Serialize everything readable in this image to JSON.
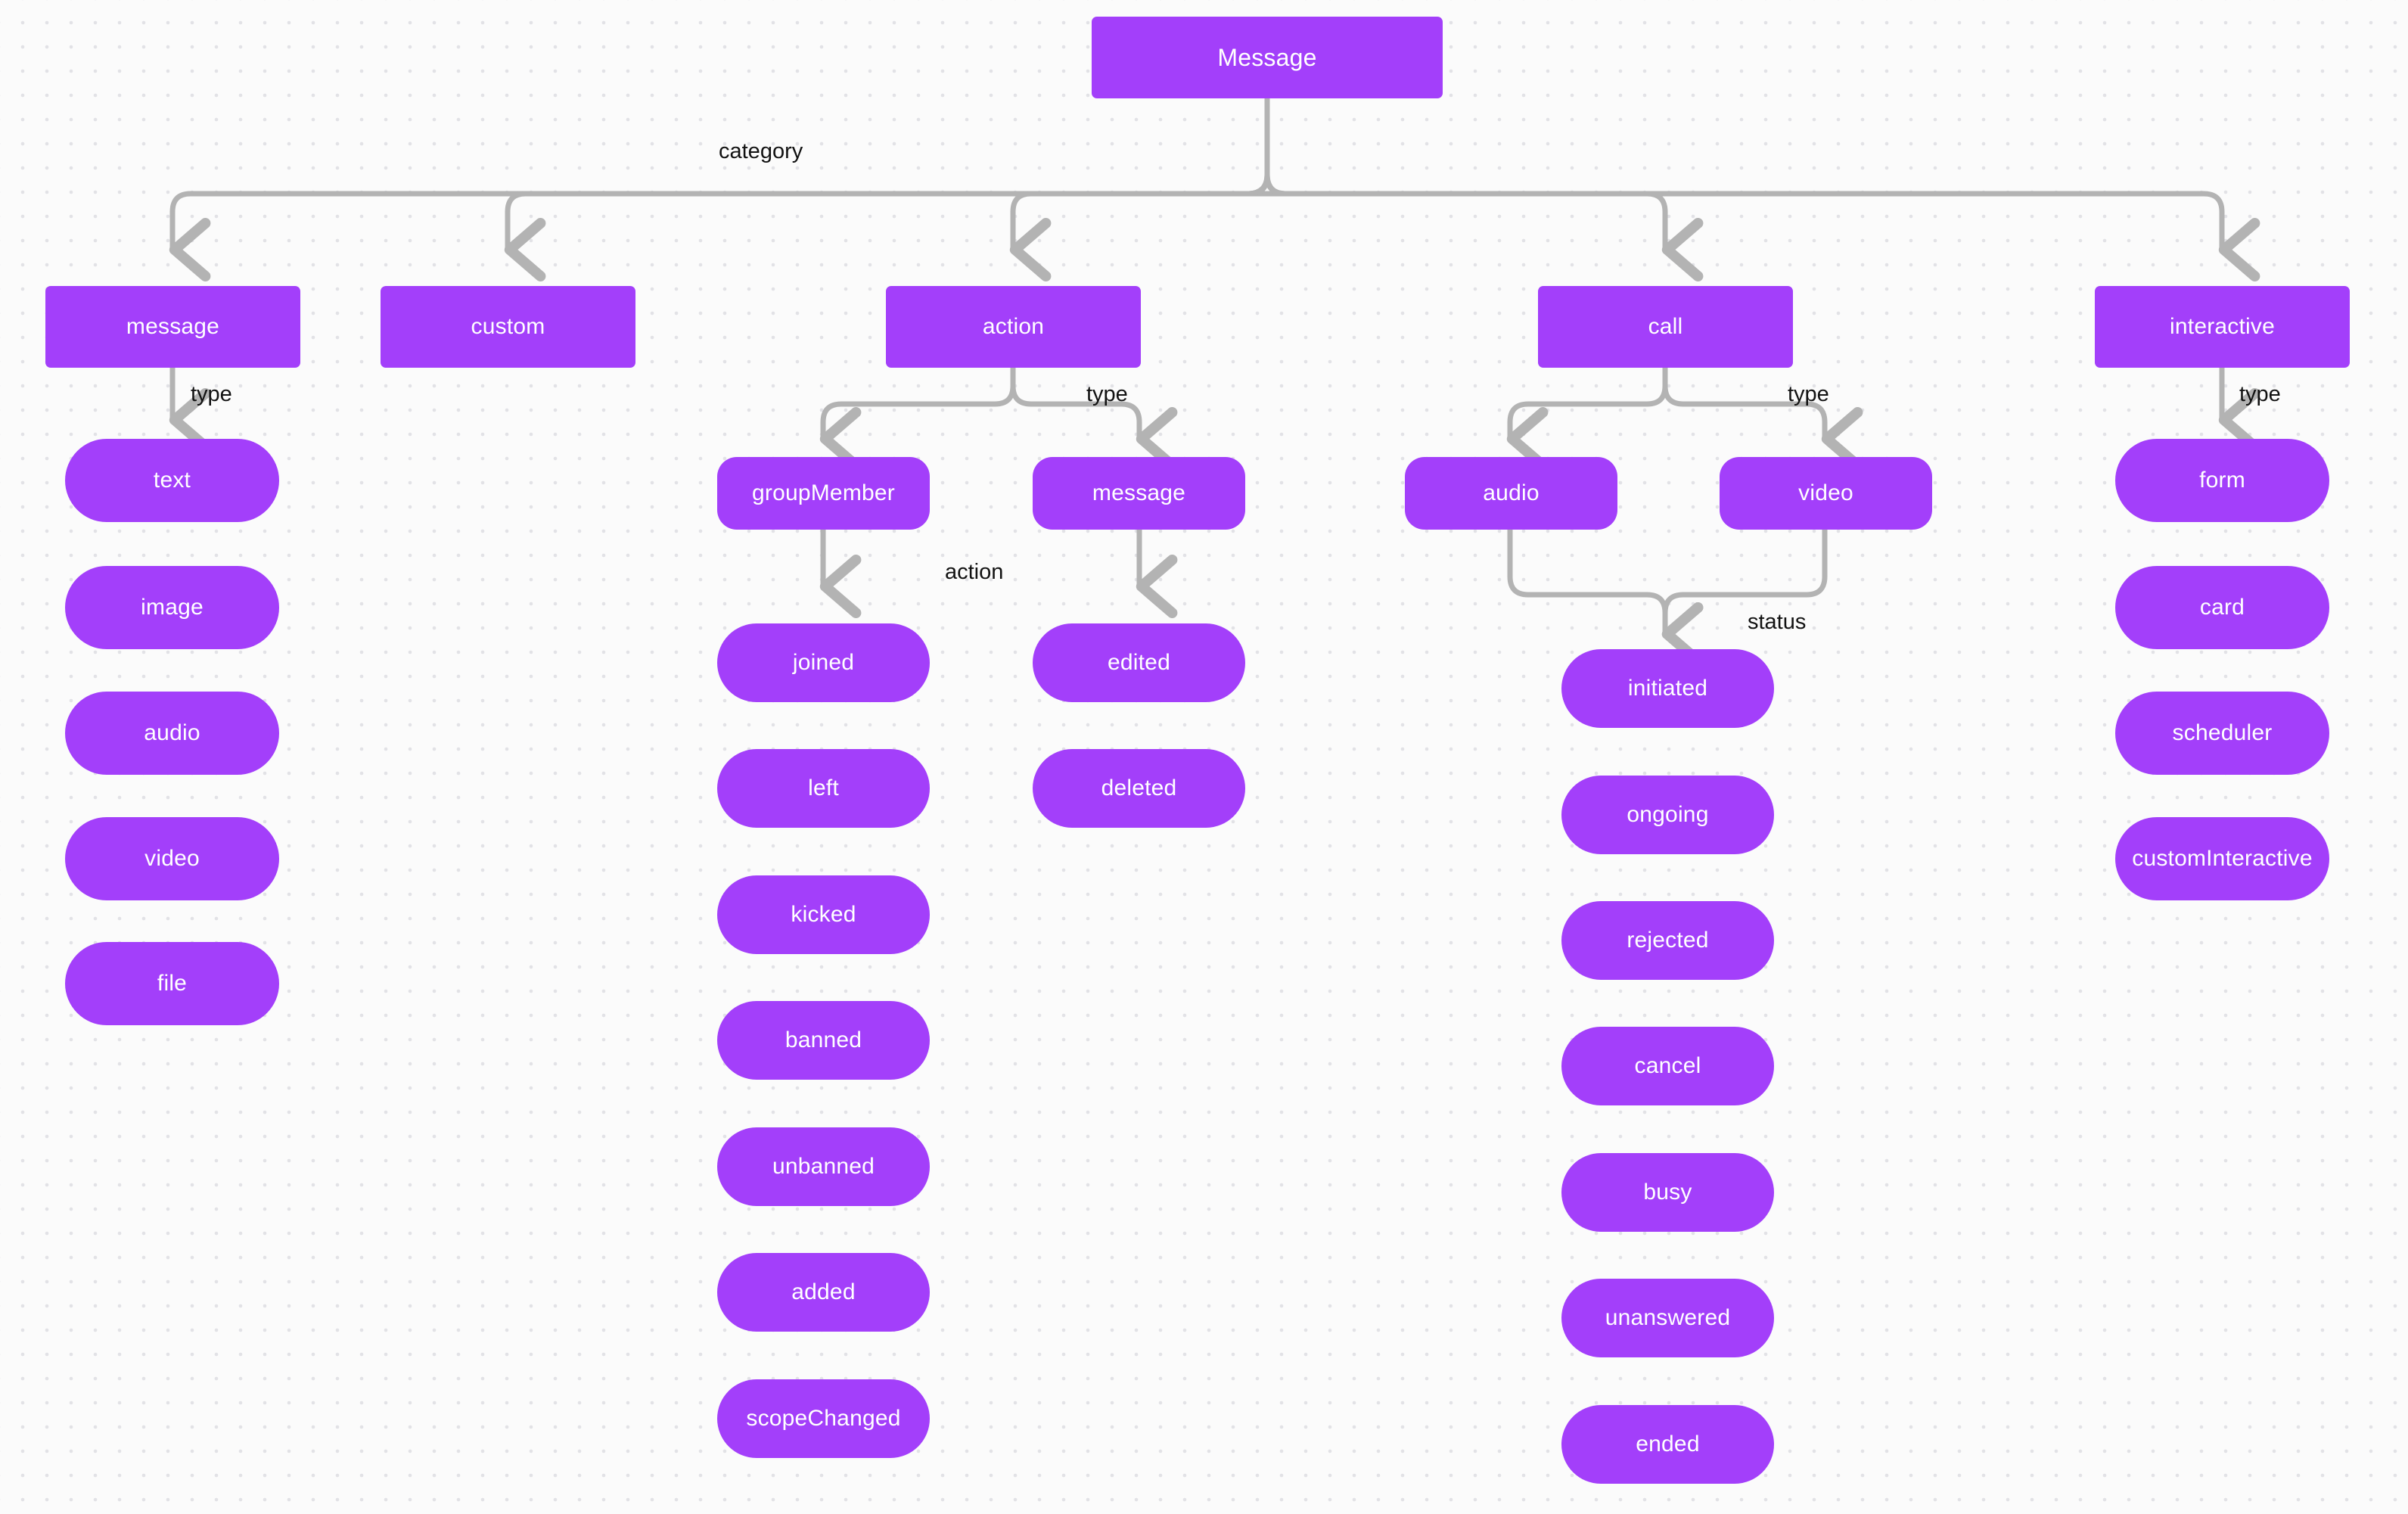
{
  "diagram": {
    "title": "Message",
    "theme": {
      "node_fill": "#a33ffa",
      "node_text": "#ffffff",
      "edge_color": "#b3b3b3",
      "label_text": "#121212",
      "background": "#fbfbfb",
      "dot_color": "#e2e2e6"
    },
    "root": {
      "label": "Message"
    },
    "edge_labels": {
      "category": "category",
      "type_message": "type",
      "type_action": "type",
      "type_call": "type",
      "type_interactive": "type",
      "action": "action",
      "status": "status"
    },
    "categories": [
      {
        "id": "message",
        "label": "message"
      },
      {
        "id": "custom",
        "label": "custom"
      },
      {
        "id": "action",
        "label": "action"
      },
      {
        "id": "call",
        "label": "call"
      },
      {
        "id": "interactive",
        "label": "interactive"
      }
    ],
    "message_types": [
      {
        "label": "text"
      },
      {
        "label": "image"
      },
      {
        "label": "audio"
      },
      {
        "label": "video"
      },
      {
        "label": "file"
      }
    ],
    "action_types": [
      {
        "label": "groupMember"
      },
      {
        "label": "message"
      }
    ],
    "group_member_actions": [
      {
        "label": "joined"
      },
      {
        "label": "left"
      },
      {
        "label": "kicked"
      },
      {
        "label": "banned"
      },
      {
        "label": "unbanned"
      },
      {
        "label": "added"
      },
      {
        "label": "scopeChanged"
      }
    ],
    "message_actions": [
      {
        "label": "edited"
      },
      {
        "label": "deleted"
      }
    ],
    "call_types": [
      {
        "label": "audio"
      },
      {
        "label": "video"
      }
    ],
    "call_statuses": [
      {
        "label": "initiated"
      },
      {
        "label": "ongoing"
      },
      {
        "label": "rejected"
      },
      {
        "label": "cancel"
      },
      {
        "label": "busy"
      },
      {
        "label": "unanswered"
      },
      {
        "label": "ended"
      }
    ],
    "interactive_types": [
      {
        "label": "form"
      },
      {
        "label": "card"
      },
      {
        "label": "scheduler"
      },
      {
        "label": "customInteractive"
      }
    ]
  }
}
